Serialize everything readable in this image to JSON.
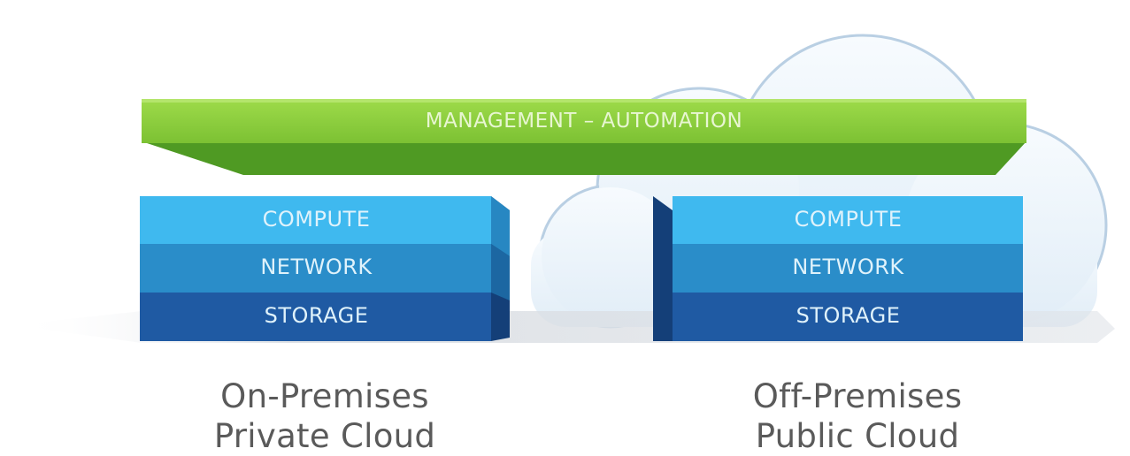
{
  "diagram": {
    "management_bar": {
      "label": "MANAGEMENT – AUTOMATION"
    },
    "stacks": [
      {
        "id": "on-premises",
        "layers": [
          "COMPUTE",
          "NETWORK",
          "STORAGE"
        ],
        "caption_line1": "On-Premises",
        "caption_line2": "Private Cloud"
      },
      {
        "id": "off-premises",
        "layers": [
          "COMPUTE",
          "NETWORK",
          "STORAGE"
        ],
        "caption_line1": "Off-Premises",
        "caption_line2": "Public Cloud"
      }
    ],
    "colors": {
      "management_top": "#8fd33f",
      "management_front": "#5fae2b",
      "compute": "#3fb9ef",
      "network": "#2a8dc9",
      "storage": "#1f5aa3",
      "cloud": "#eaf3fb",
      "caption": "#5a5a5a"
    }
  }
}
